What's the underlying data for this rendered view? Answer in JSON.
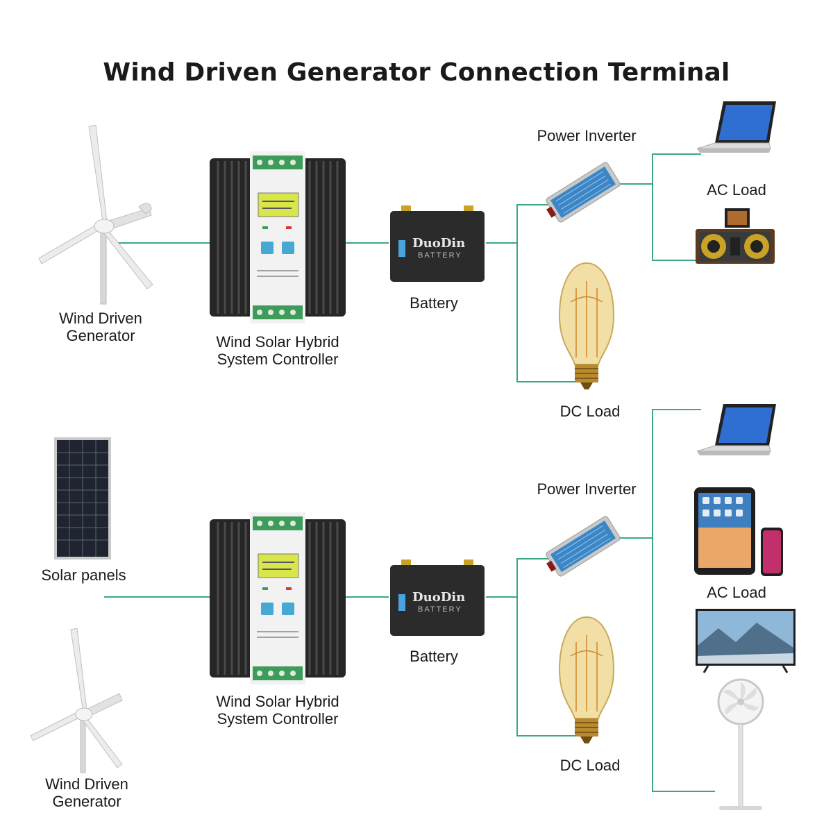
{
  "title": "Wind Driven Generator Connection Terminal",
  "colors": {
    "wire": "#3aa882",
    "controller_body": "#262626",
    "panel_face": "#f2f2f2",
    "lcd": "#d8e64a",
    "terminal": "#3e9c5a",
    "button": "#45a9d4",
    "battery": "#2b2b2b",
    "inverter": "#3b86c6"
  },
  "top": {
    "wind_label": "Wind Driven\nGenerator",
    "controller_label": "Wind Solar Hybrid\nSystem Controller",
    "battery_label": "Battery",
    "battery_brand": "DuoDin",
    "battery_sub": "BATTERY",
    "inverter_label": "Power Inverter",
    "ac_label": "AC Load",
    "dc_label": "DC Load",
    "ac_loads": [
      "laptop-icon",
      "speaker-icon"
    ]
  },
  "bottom": {
    "solar_label": "Solar panels",
    "wind_label": "Wind Driven\nGenerator",
    "controller_label": "Wind Solar Hybrid\nSystem Controller",
    "battery_label": "Battery",
    "battery_brand": "DuoDin",
    "battery_sub": "BATTERY",
    "inverter_label": "Power Inverter",
    "ac_label": "AC Load",
    "dc_label": "DC Load",
    "ac_loads": [
      "laptop-icon",
      "tablet-icon",
      "phone-icon",
      "tv-icon",
      "fan-icon"
    ]
  }
}
